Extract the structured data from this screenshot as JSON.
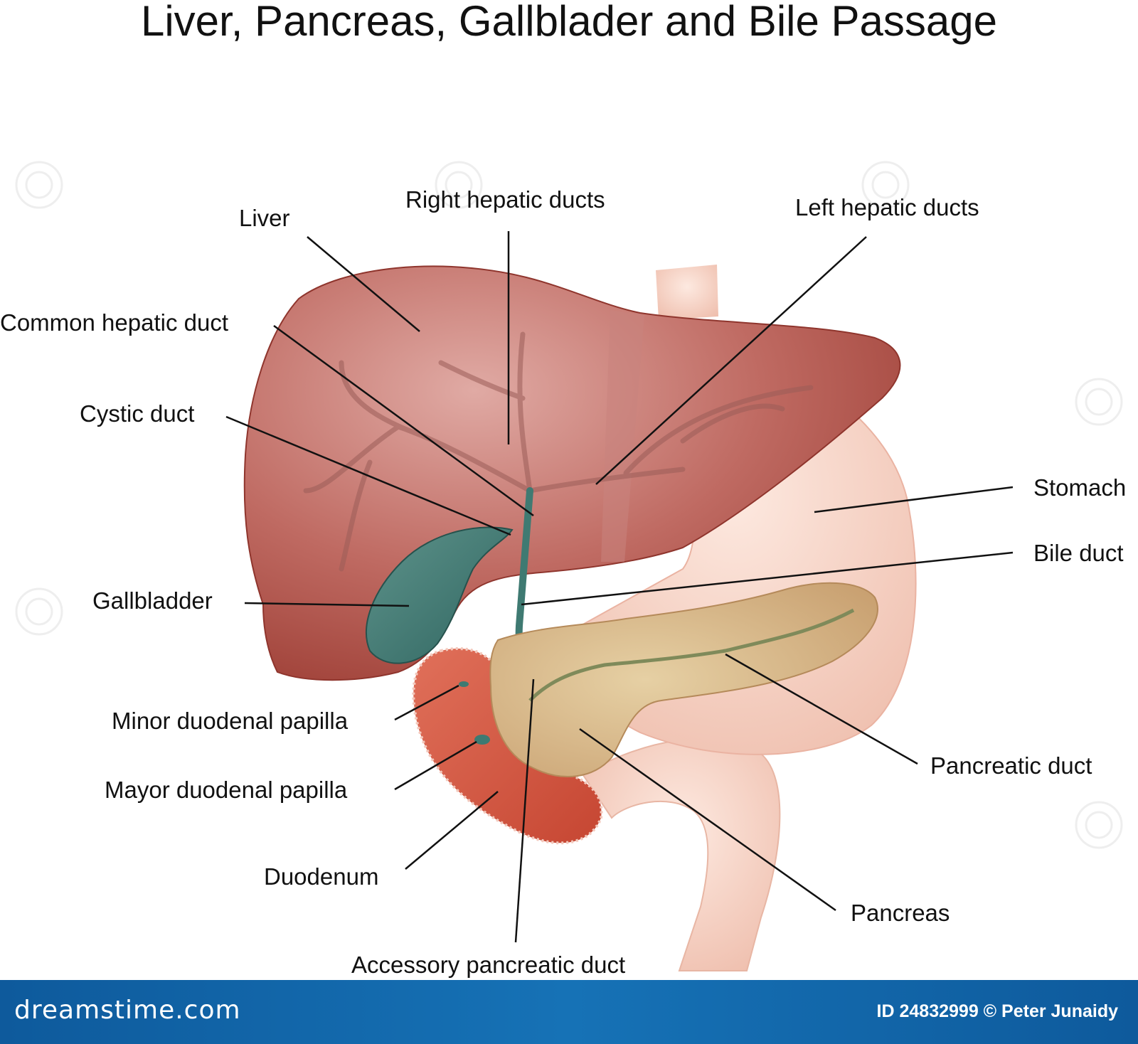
{
  "title": "Liver, Pancreas, Gallblader and Bile Passage",
  "labels": {
    "liver": "Liver",
    "right_hepatic_ducts": "Right hepatic ducts",
    "left_hepatic_ducts": "Left hepatic ducts",
    "common_hepatic_duct": "Common hepatic duct",
    "cystic_duct": "Cystic duct",
    "stomach": "Stomach",
    "bile_duct": "Bile duct",
    "gallbladder": "Gallbladder",
    "minor_duodenal_papilla": "Minor duodenal papilla",
    "mayor_duodenal_papilla": "Mayor duodenal papilla",
    "pancreatic_duct": "Pancreatic duct",
    "duodenum": "Duodenum",
    "pancreas": "Pancreas",
    "accessory_pancreatic_duct": "Accessory pancreatic duct"
  },
  "footer": {
    "brand": "dreamstime.com",
    "credit": "ID 24832999 © Peter Junaidy"
  },
  "colors": {
    "liver": "#b5524a",
    "stomach": "#f6d2c4",
    "pancreas": "#d7b98a",
    "gallbladder": "#3d7a72",
    "duodenum": "#d6553f",
    "footer": "#1266a8"
  }
}
